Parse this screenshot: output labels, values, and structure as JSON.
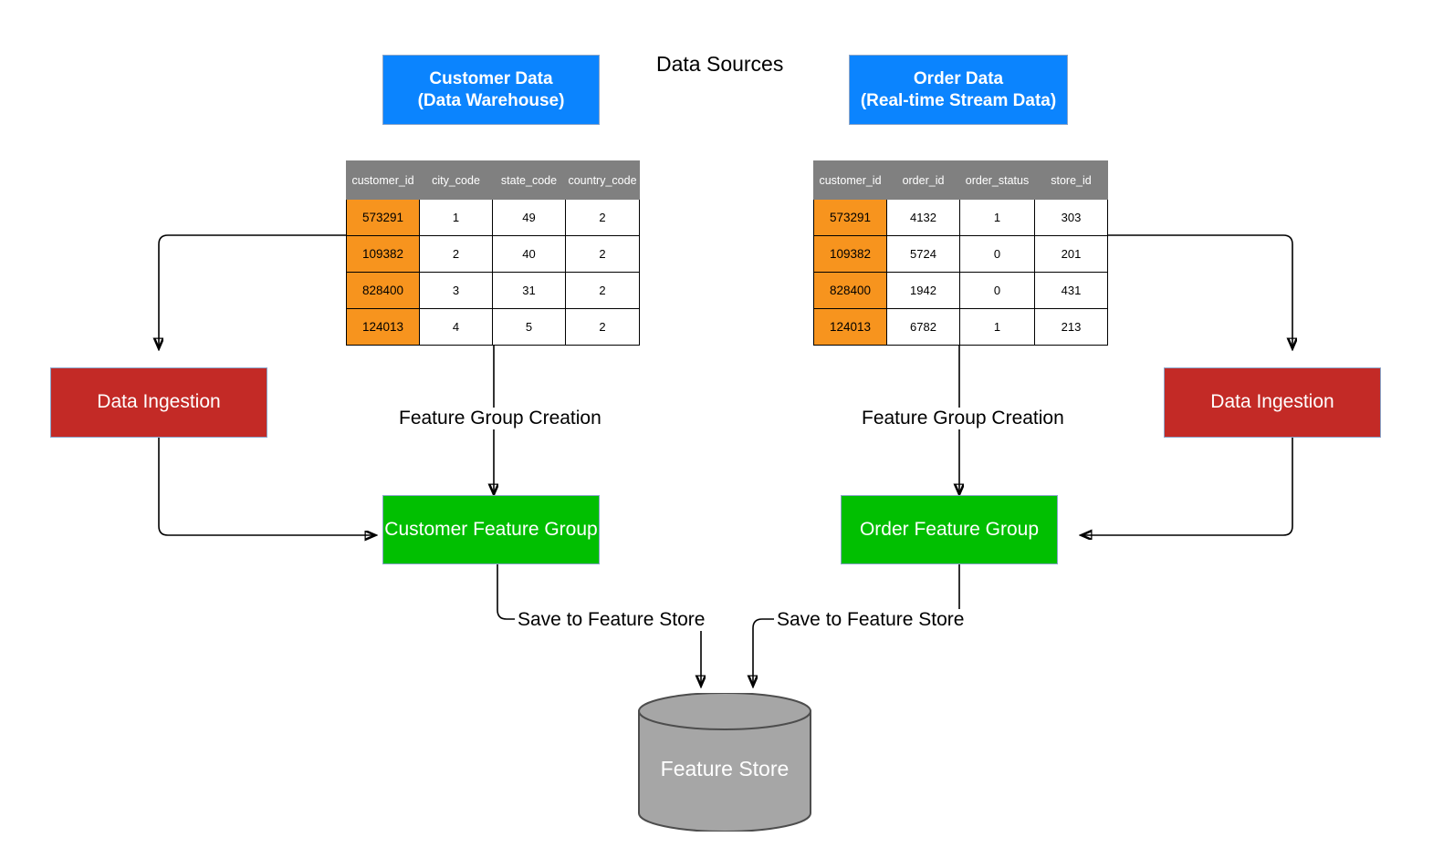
{
  "diagram": {
    "title": "Data Sources",
    "sources": [
      {
        "id": "customer-data",
        "line1": "Customer Data",
        "line2": "(Data Warehouse)"
      },
      {
        "id": "order-data",
        "line1": "Order Data",
        "line2": "(Real-time Stream Data)"
      }
    ],
    "tables": [
      {
        "id": "customer-table",
        "headers": [
          "customer_id",
          "city_code",
          "state_code",
          "country_code"
        ],
        "rows": [
          [
            "573291",
            "1",
            "49",
            "2"
          ],
          [
            "109382",
            "2",
            "40",
            "2"
          ],
          [
            "828400",
            "3",
            "31",
            "2"
          ],
          [
            "124013",
            "4",
            "5",
            "2"
          ]
        ]
      },
      {
        "id": "order-table",
        "headers": [
          "customer_id",
          "order_id",
          "order_status",
          "store_id"
        ],
        "rows": [
          [
            "573291",
            "4132",
            "1",
            "303"
          ],
          [
            "109382",
            "5724",
            "0",
            "201"
          ],
          [
            "828400",
            "1942",
            "0",
            "431"
          ],
          [
            "124013",
            "6782",
            "1",
            "213"
          ]
        ]
      }
    ],
    "ingestion": [
      {
        "id": "ingest-left",
        "label": "Data Ingestion"
      },
      {
        "id": "ingest-right",
        "label": "Data Ingestion"
      }
    ],
    "feature_groups": [
      {
        "id": "customer-feature-group",
        "label": "Customer Feature Group"
      },
      {
        "id": "order-feature-group",
        "label": "Order Feature Group"
      }
    ],
    "edge_labels": {
      "feature_group_creation_left": "Feature Group Creation",
      "feature_group_creation_right": "Feature Group Creation",
      "save_to_store_left": "Save to Feature Store",
      "save_to_store_right": "Save to Feature Store"
    },
    "store": {
      "id": "feature-store",
      "label": "Feature Store"
    },
    "colors": {
      "source": "#0b84fe",
      "ingestion": "#c32a26",
      "feature_group": "#01bf01",
      "table_header": "#808080",
      "table_key": "#f7941e",
      "store": "#a6a6a6",
      "edge": "#000000",
      "box_border": "#8aa4c8"
    }
  }
}
